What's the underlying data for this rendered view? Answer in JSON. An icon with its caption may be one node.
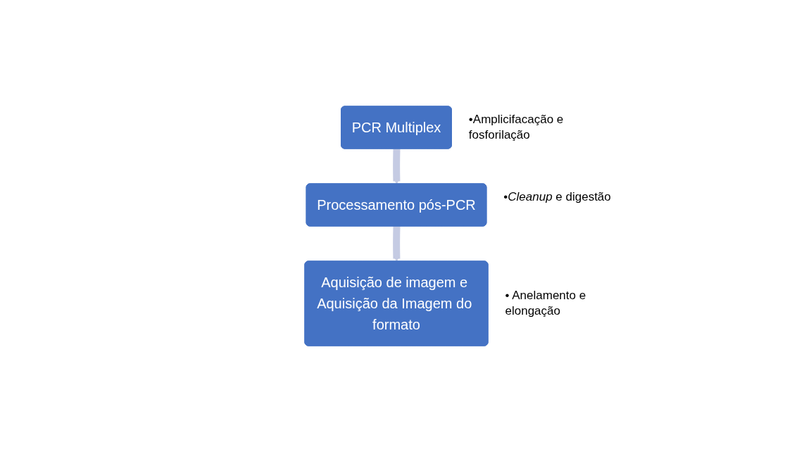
{
  "diagram": {
    "nodes": [
      {
        "text": [
          "PCR Multiplex"
        ],
        "beside": [
          "•Amplicifacação e fosforilação"
        ]
      },
      {
        "text": [
          "Processamento pós-PCR"
        ],
        "beside": [
          "•*Cleanup* e digestão"
        ]
      },
      {
        "text": [
          "Aquisição de imagem e Aquisição da Imagem do formato"
        ],
        "beside": [
          "• Anelamento e elongação"
        ]
      }
    ],
    "edges": [
      {
        "from": 0,
        "to": 1,
        "arrow": "to"
      },
      {
        "from": 1,
        "to": 2,
        "arrow": "to"
      }
    ]
  }
}
